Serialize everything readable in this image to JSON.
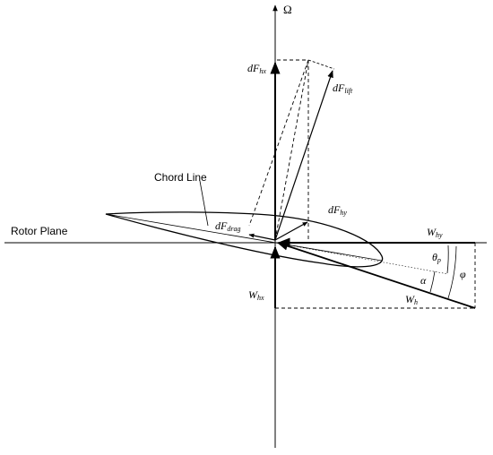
{
  "labels": {
    "omega": "Ω",
    "rotor_plane": "Rotor Plane",
    "chord_line": "Chord Line",
    "dF_hx": {
      "main": "dF",
      "sub": "hx"
    },
    "dF_lift": {
      "main": "dF",
      "sub": "lift"
    },
    "dF_hy": {
      "main": "dF",
      "sub": "hy"
    },
    "dF_drag": {
      "main": "dF",
      "sub": "drag"
    },
    "W_hy": {
      "main": "W",
      "sub": "hy"
    },
    "W_hx": {
      "main": "W",
      "sub": "hx"
    },
    "W_h": {
      "main": "W",
      "sub": "h"
    },
    "theta_p": {
      "main": "θ",
      "sub": "p"
    },
    "alpha": "α",
    "phi": "φ"
  },
  "colors": {
    "line": "#000000",
    "background": "#ffffff"
  }
}
